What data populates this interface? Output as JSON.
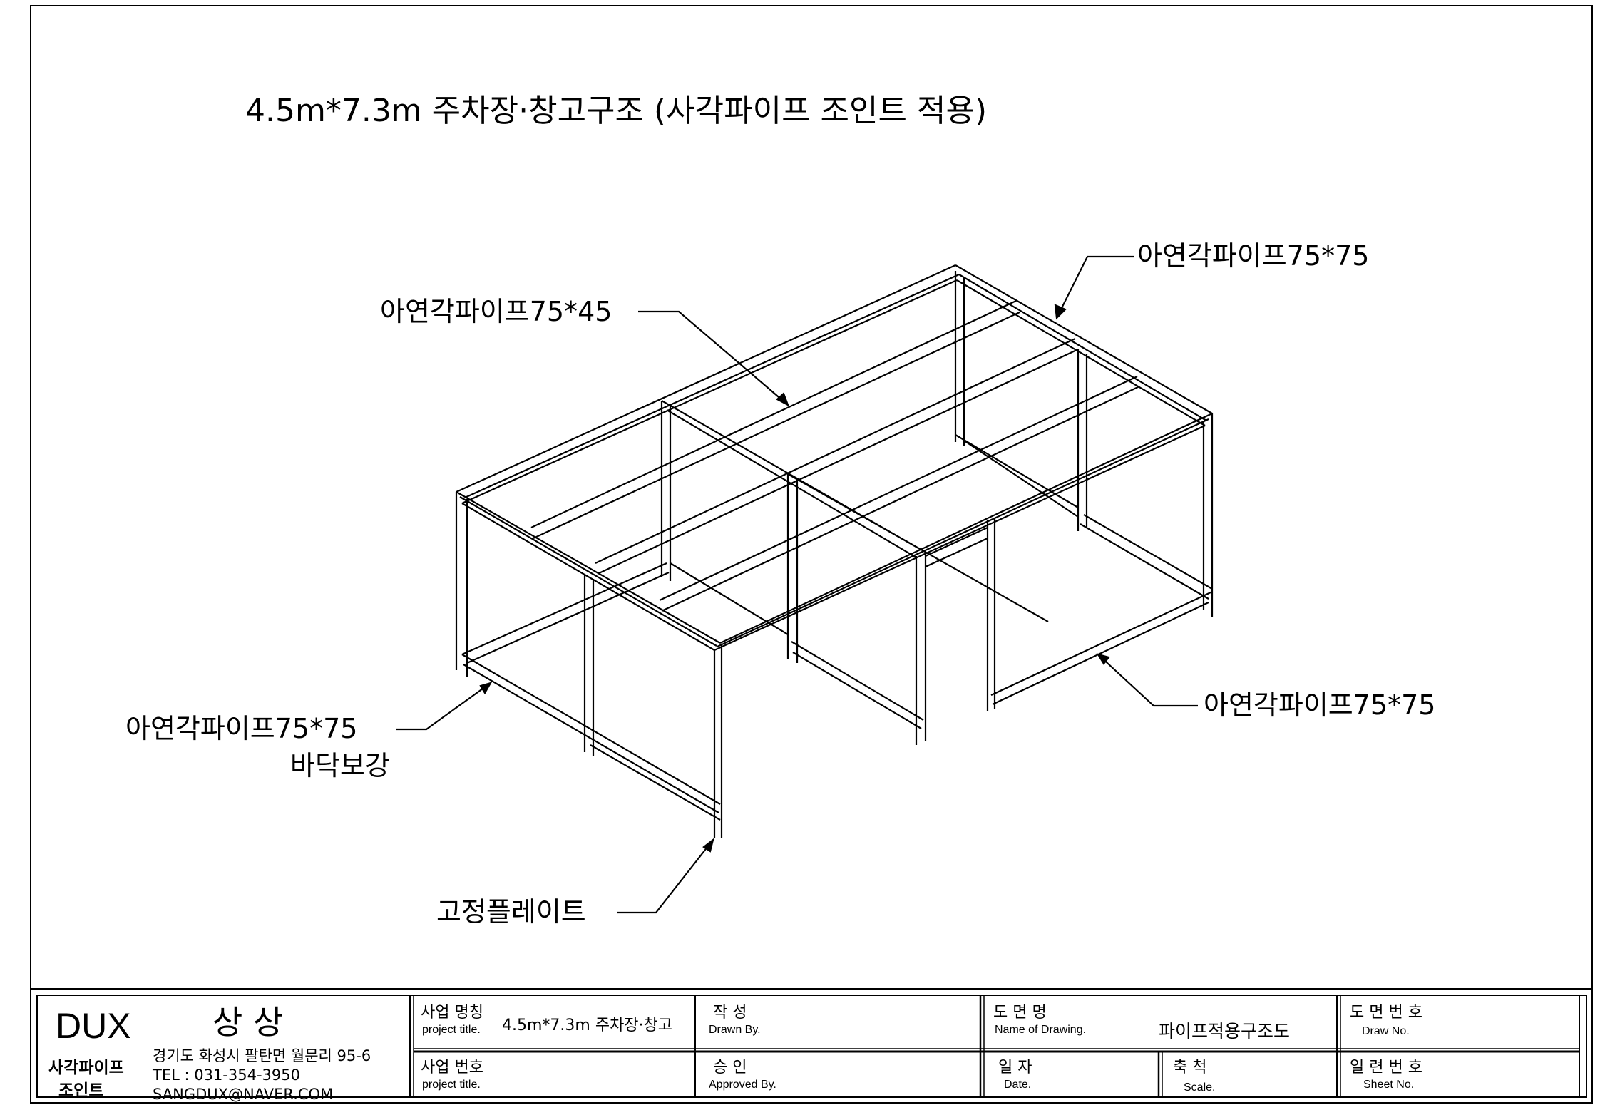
{
  "drawing": {
    "title": "4.5m*7.3m 주차장·창고구조 (사각파이프 조인트 적용)"
  },
  "callouts": {
    "top_right": "아연각파이프75*75",
    "top_left": "아연각파이프75*45",
    "bottom_right": "아연각파이프75*75",
    "bottom_left_line1": "아연각파이프75*75",
    "bottom_left_line2": "바닥보강",
    "bottom": "고정플레이트"
  },
  "title_block": {
    "company": {
      "logo": "DUX",
      "name": "상 상",
      "brand_line1": "사각파이프",
      "brand_line2": "조인트",
      "address": "경기도 화성시 팔탄면 월문리 95-6",
      "tel": "TEL : 031-354-3950",
      "email": "SANGDUX@NAVER.COM"
    },
    "project_name_label": "사업 명칭",
    "project_name_sub": "project title.",
    "project_name_value": "4.5m*7.3m 주차장·창고",
    "project_no_label": "사업 번호",
    "project_no_sub": "project title.",
    "drawn_label": "작    성",
    "drawn_sub": "Drawn By.",
    "approved_label": "승    인",
    "approved_sub": "Approved By.",
    "drawing_name_label": "도  면  명",
    "drawing_name_sub": "Name of Drawing.",
    "drawing_name_value": "파이프적용구조도",
    "date_label": "일  자",
    "date_sub": "Date.",
    "scale_label": "축  척",
    "scale_sub": "Scale.",
    "drawing_no_label": "도 면 번 호",
    "drawing_no_sub": "Draw No.",
    "sheet_no_label": "일 련 번 호",
    "sheet_no_sub": "Sheet No."
  }
}
